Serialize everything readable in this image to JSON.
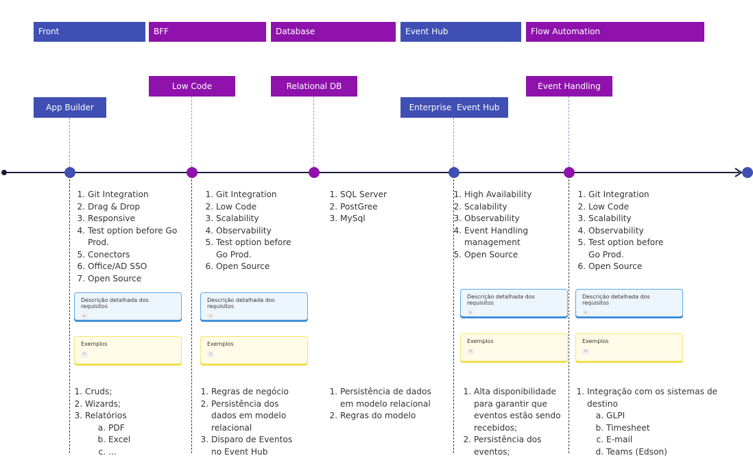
{
  "colors": {
    "blue": "#3f4fb3",
    "purple": "#8e12ab",
    "timeline": "#1b1b3a"
  },
  "headers": [
    {
      "label": "Front",
      "color": "blue"
    },
    {
      "label": "BFF",
      "color": "purple"
    },
    {
      "label": "Database",
      "color": "purple"
    },
    {
      "label": "Event Hub",
      "color": "blue"
    },
    {
      "label": "Flow Automation",
      "color": "purple"
    }
  ],
  "components": [
    {
      "label": "App Builder",
      "color": "blue"
    },
    {
      "label": "Low Code",
      "color": "purple"
    },
    {
      "label": "Relational DB",
      "color": "purple"
    },
    {
      "label": "Enterprise  Event Hub",
      "color": "blue"
    },
    {
      "label": "Event Handling",
      "color": "purple"
    }
  ],
  "requirements": [
    [
      "Git Integration",
      "Drag & Drop",
      "Responsive",
      "Test option before Go Prod.",
      "Conectors",
      "Office/AD SSO",
      "Open Source"
    ],
    [
      "Git Integration",
      "Low Code",
      "Scalability",
      "Observability",
      "Test option before Go Prod.",
      "Open Source"
    ],
    [
      "SQL Server",
      "PostGree",
      "MySql"
    ],
    [
      "High Availability",
      "Scalability",
      "Observability",
      "Event Handling management",
      "Open Source"
    ],
    [
      "Git Integration",
      "Low Code",
      "Scalability",
      "Observability",
      "Test option before Go Prod.",
      "Open Source"
    ]
  ],
  "cards": {
    "description_label": "Descrição detalhada dos requisitos",
    "examples_label": "Exemplos",
    "icon": "text-file-icon"
  },
  "examples": {
    "front": {
      "items": [
        "Cruds;",
        "Wizards;",
        "Relatórios"
      ],
      "sub": [
        "PDF",
        "Excel",
        "..."
      ]
    },
    "bff": [
      "Regras de negócio",
      "Persistência dos dados em modelo relacional",
      "Disparo de Eventos no Event Hub"
    ],
    "database": [
      "Persistência de dados em modelo relacional",
      "Regras do modelo"
    ],
    "eventhub": [
      "Alta disponibilidade para garantir que eventos estão sendo recebidos;",
      "Persistência dos eventos;"
    ],
    "flow": {
      "items": [
        "Integração com os sistemas de destino"
      ],
      "sub": [
        "GLPI",
        "Timesheet",
        "E-mail",
        "Teams (Edson)"
      ]
    }
  }
}
